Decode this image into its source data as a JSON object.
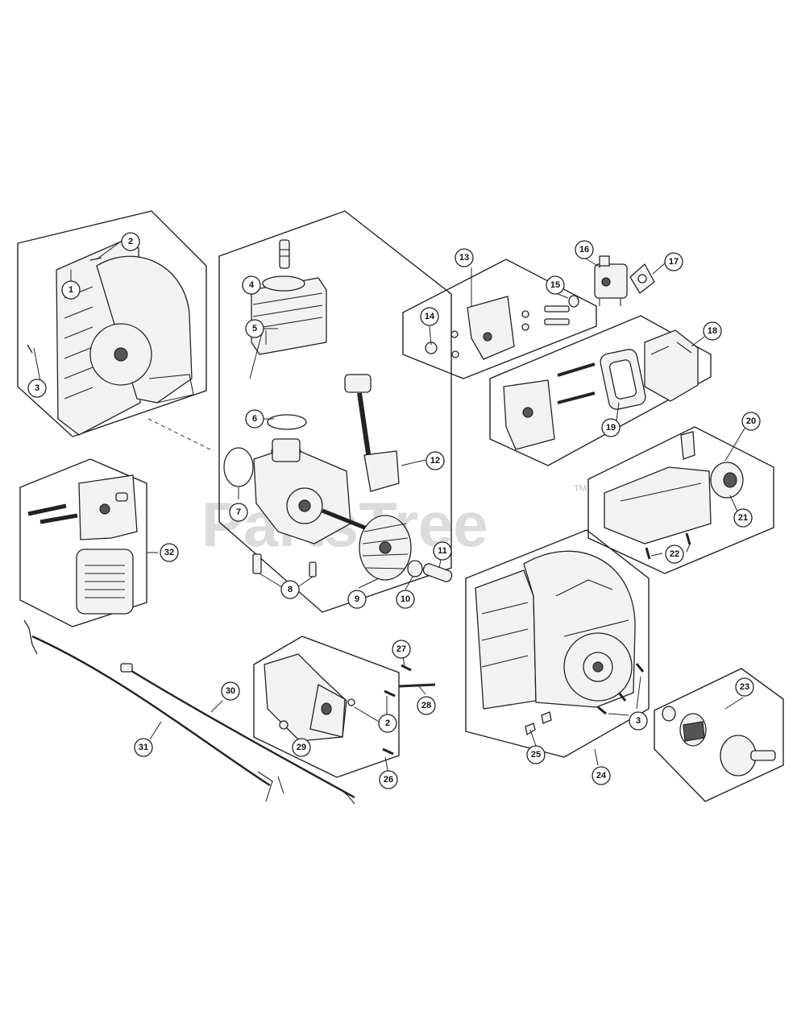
{
  "watermark": {
    "text": "PartsTree",
    "trademark": "TM"
  },
  "callouts": {
    "n1": "1",
    "n2": "2",
    "n3": "3",
    "n4": "4",
    "n5": "5",
    "n6": "6",
    "n7": "7",
    "n8": "8",
    "n9": "9",
    "n10": "10",
    "n11": "11",
    "n12": "12",
    "n13": "13",
    "n14": "14",
    "n15": "15",
    "n16": "16",
    "n17": "17",
    "n18": "18",
    "n19": "19",
    "n20": "20",
    "n21": "21",
    "n22": "22",
    "n23": "23",
    "n24": "24",
    "n25": "25",
    "n26": "26",
    "n27": "27",
    "n28": "28",
    "n29": "29",
    "n30": "30",
    "n31": "31",
    "n32": "32",
    "n2b": "2",
    "n3b": "3"
  }
}
